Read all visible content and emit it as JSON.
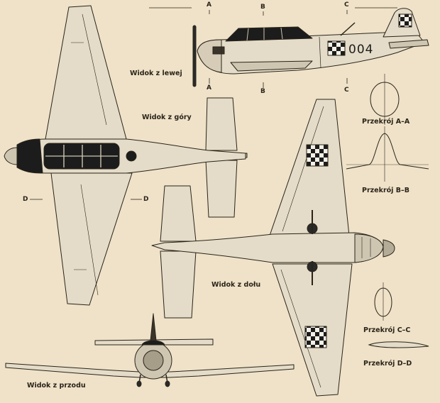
{
  "views": {
    "left": "Widok z lewej",
    "top": "Widok z góry",
    "bottom": "Widok z dołu",
    "front": "Widok z przodu"
  },
  "sections": {
    "aa": "Przekrój A–A",
    "bb": "Przekrój B–B",
    "cc": "Przekrój C–C",
    "dd": "Przekrój D–D"
  },
  "markers": {
    "a": "A",
    "b": "B",
    "c": "C",
    "d": "D"
  },
  "registration": "004",
  "colors": {
    "paper": "#efe2c8",
    "fill": "#e4dcc8",
    "line": "#2a2419",
    "dark": "#1c1c1c",
    "shade": "#b5ac98"
  }
}
